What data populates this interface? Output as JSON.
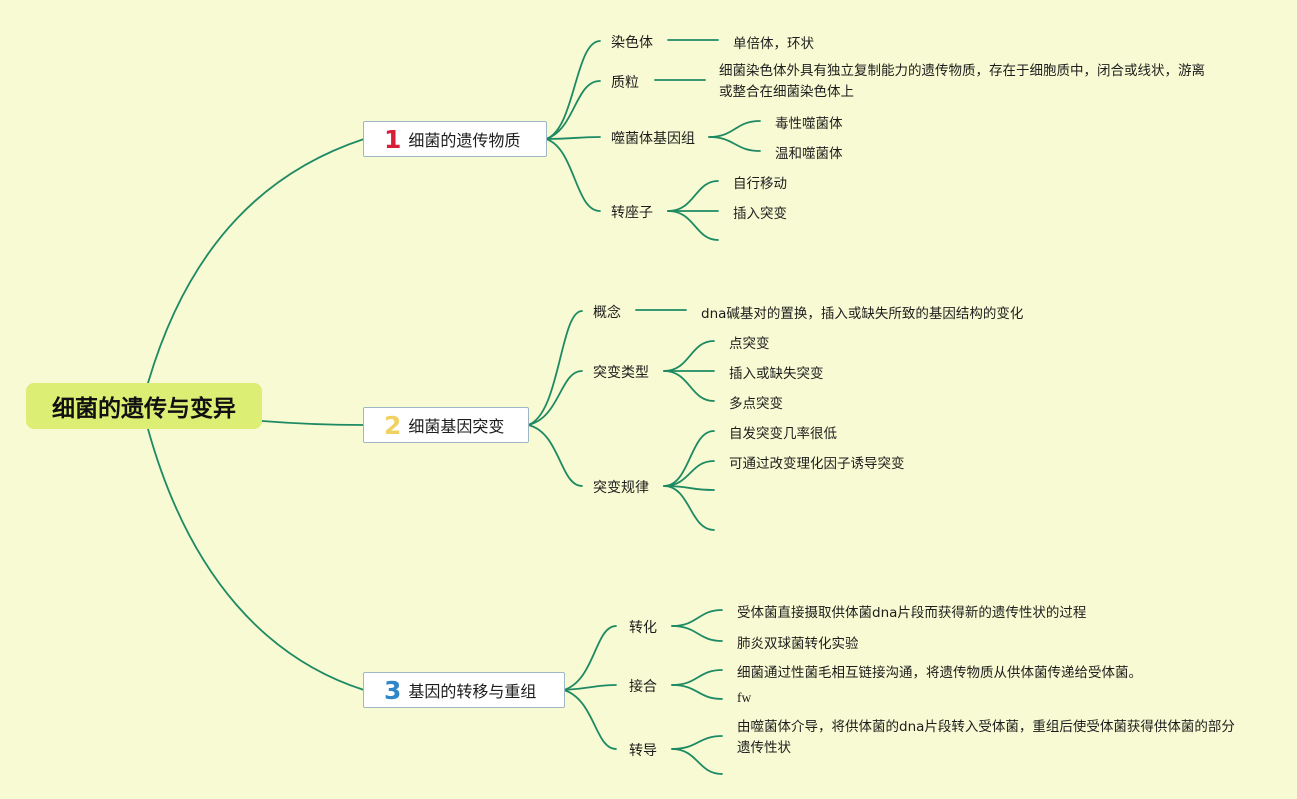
{
  "root": "细菌的遗传与变异",
  "colors": {
    "background": "#f7fad2",
    "root": "#dcef74",
    "line": "#1e8a63",
    "num1": "#d81f3a",
    "num2": "#efd262",
    "num3": "#2f86c9"
  },
  "topics": [
    {
      "num": "1",
      "label": "细菌的遗传物质",
      "children": [
        {
          "label": "染色体",
          "leaves": [
            "单倍体，环状"
          ]
        },
        {
          "label": "质粒",
          "leaves": [
            "细菌染色体外具有独立复制能力的遗传物质，存在于细胞质中，闭合或线状，游离或整合在细菌染色体上"
          ]
        },
        {
          "label": "噬菌体基因组",
          "leaves": [
            "毒性噬菌体",
            "温和噬菌体"
          ]
        },
        {
          "label": "转座子",
          "leaves": [
            "自行移动",
            "插入突变",
            ""
          ]
        }
      ]
    },
    {
      "num": "2",
      "label": "细菌基因突变",
      "children": [
        {
          "label": "概念",
          "leaves": [
            "dna碱基对的置换，插入或缺失所致的基因结构的变化"
          ]
        },
        {
          "label": "突变类型",
          "leaves": [
            "点突变",
            "插入或缺失突变",
            "多点突变"
          ]
        },
        {
          "label": "突变规律",
          "leaves": [
            "自发突变几率很低",
            "可通过改变理化因子诱导突变",
            "",
            ""
          ]
        }
      ]
    },
    {
      "num": "3",
      "label": "基因的转移与重组",
      "children": [
        {
          "label": "转化",
          "leaves": [
            "受体菌直接摄取供体菌dna片段而获得新的遗传性状的过程",
            "肺炎双球菌转化实验"
          ]
        },
        {
          "label": "接合",
          "leaves": [
            "细菌通过性菌毛相互链接沟通，将遗传物质从供体菌传递给受体菌。",
            "fw"
          ]
        },
        {
          "label": "转导",
          "leaves": [
            "由噬菌体介导，将供体菌的dna片段转入受体菌，重组后使受体菌获得供体菌的部分遗传性状",
            ""
          ]
        }
      ]
    }
  ]
}
